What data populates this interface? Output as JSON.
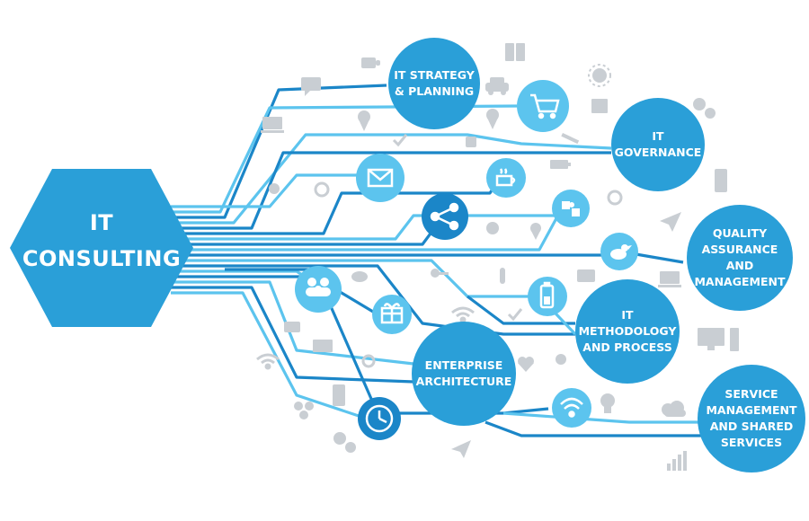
{
  "hub": {
    "label_line1": "IT",
    "label_line2": "CONSULTING"
  },
  "nodes": [
    {
      "id": "it-strategy",
      "label": "IT STRATEGY\n& PLANNING"
    },
    {
      "id": "it-governance",
      "label": "IT\nGOVERNANCE"
    },
    {
      "id": "quality-assurance",
      "label": "QUALITY\nASSURANCE\nAND\nMANAGEMENT"
    },
    {
      "id": "it-methodology",
      "label": "IT\nMETHODOLOGY\nAND PROCESS"
    },
    {
      "id": "enterprise-architecture",
      "label": "ENTERPRISE\nARCHITECTURE"
    },
    {
      "id": "service-management",
      "label": "SERVICE\nMANAGEMENT\nAND SHARED\nSERVICES"
    }
  ],
  "colors": {
    "primary": "#2a9fd8",
    "light_line": "#5cc4ee",
    "dark_line": "#1b86c8",
    "icon_grey": "#c9ced3"
  },
  "icons": [
    "coffee-cup-icon",
    "shopping-cart-icon",
    "mail-icon",
    "share-icon",
    "twitter-bird-icon",
    "people-icon",
    "gift-icon",
    "battery-icon",
    "clock-icon",
    "wifi-icon",
    "puzzle-icon",
    "car-icon",
    "book-icon",
    "location-pin-icon",
    "gear-icon",
    "sun-icon",
    "laptop-icon",
    "phone-icon",
    "paper-plane-icon",
    "cloud-icon",
    "bulb-icon",
    "bar-chart-icon"
  ]
}
